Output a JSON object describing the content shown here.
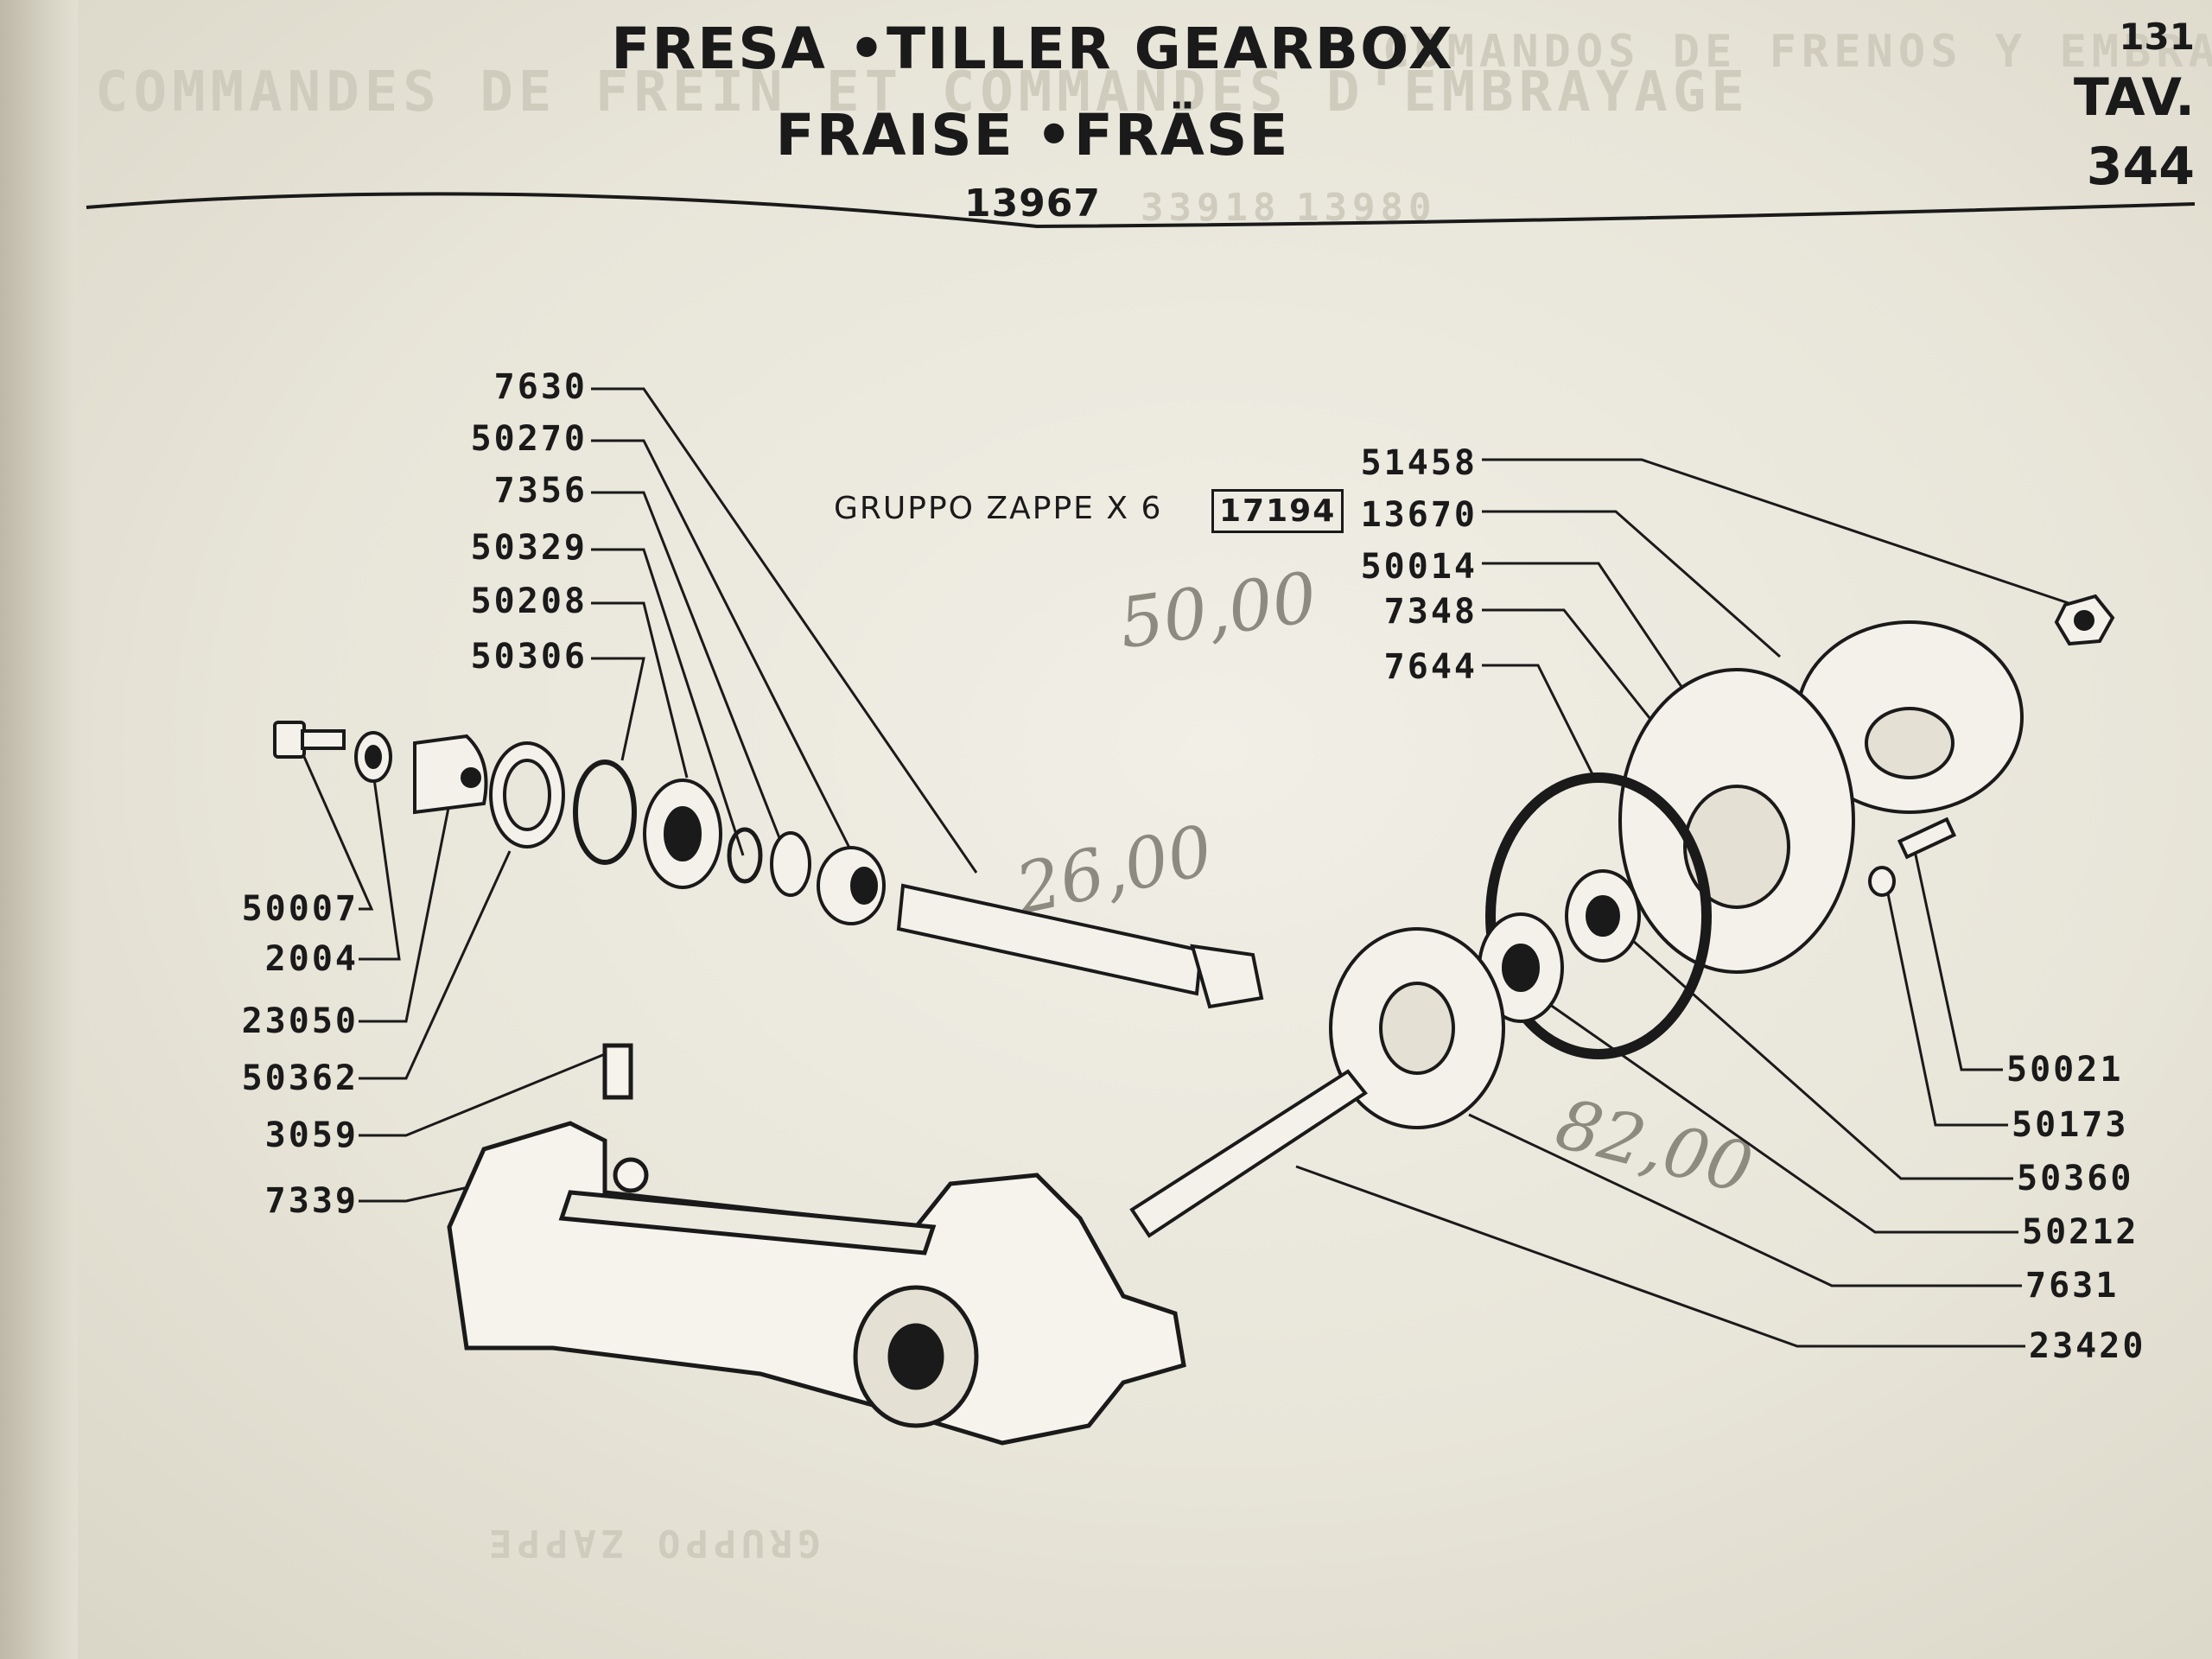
{
  "header": {
    "title_line1": "FRESA •TILLER GEARBOX",
    "title_line2": "FRAISE •FRÄSE",
    "code": "13967",
    "page_number": "131",
    "tav_label": "TAV.",
    "tav_number": "344"
  },
  "group": {
    "label": "GRUPPO ZAPPE X 6",
    "code": "17194"
  },
  "handwritten_prices": [
    "50,00",
    "26,00",
    "82,00"
  ],
  "parts_left_top": [
    "7630",
    "50270",
    "7356",
    "50329",
    "50208",
    "50306"
  ],
  "parts_left_bottom": [
    "50007",
    "2004",
    "23050",
    "50362",
    "3059",
    "7339"
  ],
  "parts_right_top": [
    "51458",
    "13670",
    "50014",
    "7348",
    "7644"
  ],
  "parts_right_bottom": [
    "50021",
    "50173",
    "50360",
    "50212",
    "7631",
    "23420"
  ],
  "ghost_text": {
    "line1": "COMMANDES DE FREIN ET COMMANDES D'EMBRAYAGE",
    "line2": "COMANDOS DE FRENOS Y EMBRAGUE",
    "ref1": "33918",
    "ref2": "13980",
    "foot": "GRUPPO ZAPPE"
  }
}
